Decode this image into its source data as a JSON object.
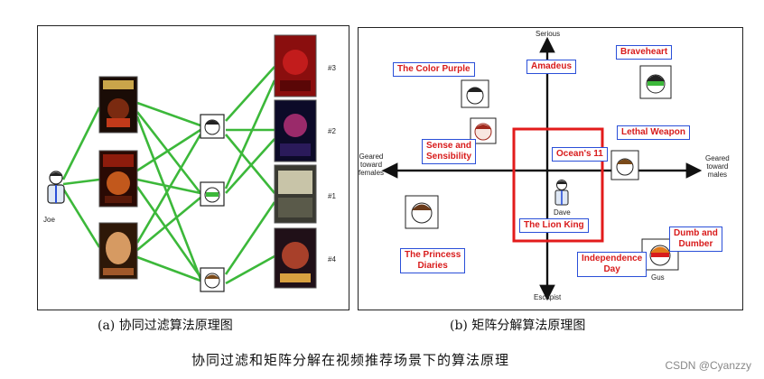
{
  "panel_a": {
    "user_joe": "Joe",
    "ranks": [
      "#3",
      "#2",
      "#1",
      "#4"
    ],
    "caption": "(a) 协同过滤算法原理图"
  },
  "panel_b": {
    "axis_top": "Serious",
    "axis_bottom": "Escapist",
    "axis_left": "Geared\ntoward\nfemales",
    "axis_right": "Geared\ntoward\nmales",
    "movies": [
      {
        "title": "The Color Purple"
      },
      {
        "title": "Amadeus"
      },
      {
        "title": "Braveheart"
      },
      {
        "title": "Sense and\nSensibility"
      },
      {
        "title": "Ocean's 11"
      },
      {
        "title": "Lethal Weapon"
      },
      {
        "title": "The Lion King"
      },
      {
        "title": "The Princess\nDiaries"
      },
      {
        "title": "Independence\nDay"
      },
      {
        "title": "Dumb and\nDumber"
      }
    ],
    "user_dave": "Dave",
    "user_gus": "Gus",
    "caption": "(b) 矩阵分解算法原理图"
  },
  "main_caption": "协同过滤和矩阵分解在视频推荐场景下的算法原理",
  "watermark": "CSDN @Cyanzzy",
  "colors": {
    "edge": "#3cb83a",
    "label_border": "#2a4fd8",
    "label_text": "#d81b1b",
    "highlight": "#e31b1b"
  }
}
